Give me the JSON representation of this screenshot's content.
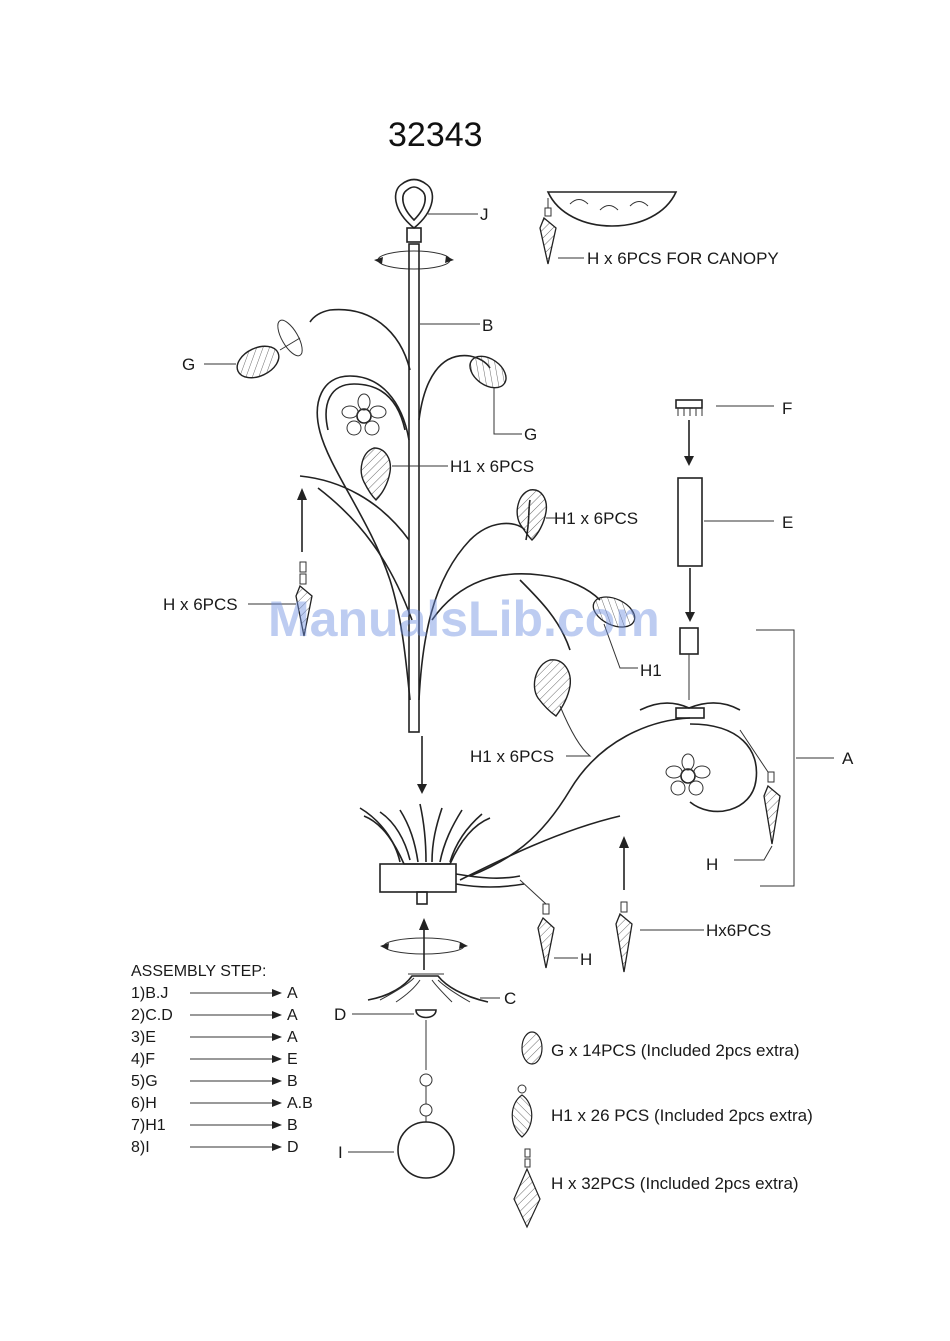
{
  "title": "32343",
  "watermark": "ManualsLib.com",
  "labels": {
    "j": "J",
    "canopy_h": "H x 6PCS FOR CANOPY",
    "b": "B",
    "g_left": "G",
    "g_right": "G",
    "f": "F",
    "h1_top": "H1 x 6PCS",
    "h1_mid": "H1 x 6PCS",
    "e": "E",
    "h_left": "H x 6PCS",
    "h1_single": "H1",
    "a": "A",
    "h1_low": "H1 x 6PCS",
    "h_arm": "H",
    "h_mid": "H",
    "hx6": "Hx6PCS",
    "c": "C",
    "d": "D",
    "i": "I"
  },
  "assembly": {
    "heading": "ASSEMBLY STEP:",
    "steps": [
      {
        "from": "1)B.J",
        "to": "A"
      },
      {
        "from": "2)C.D",
        "to": "A"
      },
      {
        "from": "3)E",
        "to": "A"
      },
      {
        "from": "4)F",
        "to": "E"
      },
      {
        "from": "5)G",
        "to": "B"
      },
      {
        "from": "6)H",
        "to": "A.B"
      },
      {
        "from": "7)H1",
        "to": "B"
      },
      {
        "from": "8)I",
        "to": "D"
      }
    ]
  },
  "legend": [
    {
      "text": "G x 14PCS (Included 2pcs extra)",
      "icon": "crystal-drop-g-icon"
    },
    {
      "text": "H1 x 26 PCS (Included 2pcs extra)",
      "icon": "crystal-drop-h1-icon"
    },
    {
      "text": "H x 32PCS (Included 2pcs extra)",
      "icon": "crystal-drop-h-icon"
    }
  ]
}
